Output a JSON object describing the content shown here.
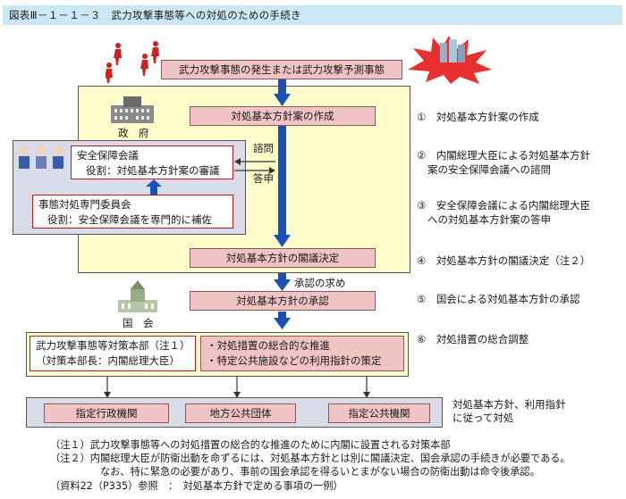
{
  "title": "図表Ⅲ－１－１－３　武力攻撃事態等への対処のための手続き",
  "boxes": {
    "top": "武力攻撃事態の発生または武力攻撃予測事態",
    "draft": "対処基本方針案の作成",
    "decision": "対処基本方針の閣議決定",
    "approval": "対処基本方針の承認",
    "nsc_name": "安全保障会議",
    "nsc_role": "役割：対処基本方針案の審議",
    "committee_name": "事態対処専門委員会",
    "committee_role": "役割：安全保障会議を専門的に補佐",
    "hq_line1": "武力攻撃事態等対策本部（注１）",
    "hq_line2": "（対策本部長：内閣総理大臣）",
    "hq_task1": "・対処措置の総合的な推進",
    "hq_task2": "・特定公共施設などの利用指針の策定",
    "org1": "指定行政機関",
    "org2": "地方公共団体",
    "org3": "指定公共機関"
  },
  "labels": {
    "government": "政　府",
    "diet": "国　会",
    "inquiry": "諮問",
    "report": "答申",
    "request": "承認の求め",
    "follow_line1": "対処基本方針、利用指針",
    "follow_line2": "に従って対処"
  },
  "steps": [
    {
      "num": "①",
      "text": "対処基本方針案の作成"
    },
    {
      "num": "②",
      "text": "内閣総理大臣による対処基本方針",
      "text2": "案の安全保障会議への諮問"
    },
    {
      "num": "③",
      "text": "安全保障会議による内閣総理大臣",
      "text2": "への対処基本方針案の答申"
    },
    {
      "num": "④",
      "text": "対処基本方針の閣議決定（注２）"
    },
    {
      "num": "⑤",
      "text": "国会による対処基本方針の承認"
    },
    {
      "num": "⑥",
      "text": "対処措置の総合調整"
    }
  ],
  "notes": {
    "n1": "（注１）武力攻撃事態等への対処措置の総合的な推進のために内閣に設置される対策本部",
    "n2": "（注２）内閣総理大臣が防衛出動を命ずるには、対処基本方針とは別に閣議決定、国会承認の手続きが必要である。",
    "n2b": "なお、特に緊急の必要があり、事前の国会承認を得るいとまがない場合の防衛出動は命令後承認。",
    "ref": "（資料22（P335）参照　：　対処基本方針で定める事項の一例）"
  },
  "colors": {
    "arrow": "#1b4fb8",
    "pink": "#f0c4c4",
    "yellow": "#fffccc",
    "grey": "#d9dce8",
    "title_bg": "#cce8f4",
    "red": "#cc2222"
  }
}
